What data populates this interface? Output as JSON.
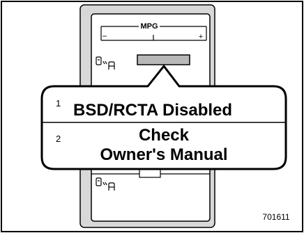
{
  "gauge": {
    "label": "MPG",
    "minus_symbol": "−",
    "plus_symbol": "+"
  },
  "callout": {
    "item1_number": "1",
    "item1_text": "BSD/RCTA Disabled",
    "item2_number": "2",
    "item2_line1": "Check",
    "item2_line2": "Owner's Manual"
  },
  "icons": {
    "upper": "camera-shake-icon",
    "lower": "camera-shake-icon"
  },
  "figure_code": "701611"
}
